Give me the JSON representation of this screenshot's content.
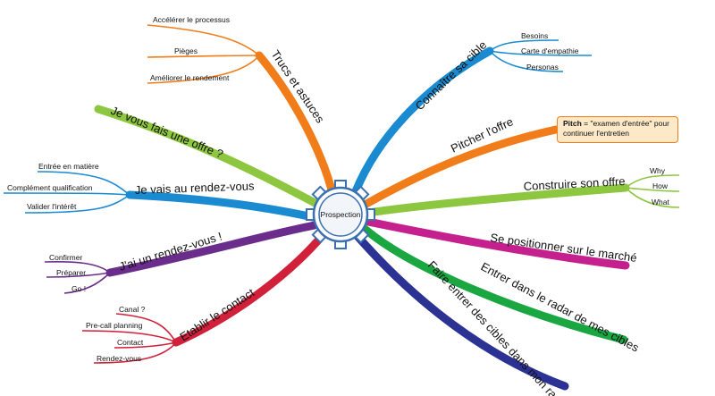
{
  "center": {
    "label": "Prospection"
  },
  "branches": {
    "trucs": {
      "label": "Trucs et astuces",
      "color": "#f07d1a",
      "items": [
        "Accélérer le processus",
        "Pièges",
        "Améliorer le rendement"
      ]
    },
    "offre": {
      "label": "Je vous fais une offre ?",
      "color": "#8dc63f"
    },
    "rdv": {
      "label": "Je vais au rendez-vous",
      "color": "#1a8bd0",
      "items": [
        "Entrée en matière",
        "Complément qualification",
        "Valider l'intérêt"
      ]
    },
    "jai": {
      "label": "J'ai un rendez-vous !",
      "color": "#6b2d8c",
      "items": [
        "Confirmer",
        "Préparer",
        "Go !"
      ]
    },
    "etablir": {
      "label": "Etablir le contact",
      "color": "#d0203a",
      "items": [
        "Canal ?",
        "Pre-call planning",
        "Contact",
        "Rendez-vous"
      ]
    },
    "connaitre": {
      "label": "Connaître sa cible",
      "color": "#1a8bd0",
      "items": [
        "Besoins",
        "Carte d'empathie",
        "Personas"
      ]
    },
    "pitcher": {
      "label": "Pitcher l'offre",
      "color": "#f07d1a",
      "note_bold": "Pitch",
      "note_text": " = \"examen d'entrée\" pour continuer l'entretien"
    },
    "construire": {
      "label": "Construire son offre",
      "color": "#8dc63f",
      "items": [
        "Why",
        "How",
        "What"
      ]
    },
    "positionner": {
      "label": "Se positionner sur le marché",
      "color": "#c4218f"
    },
    "radar": {
      "label": "Entrer dans le radar de mes cibles",
      "color": "#1aa640"
    },
    "faire": {
      "label": "Faire entrer des cibles dans mon radar",
      "color": "#2b3294"
    }
  }
}
